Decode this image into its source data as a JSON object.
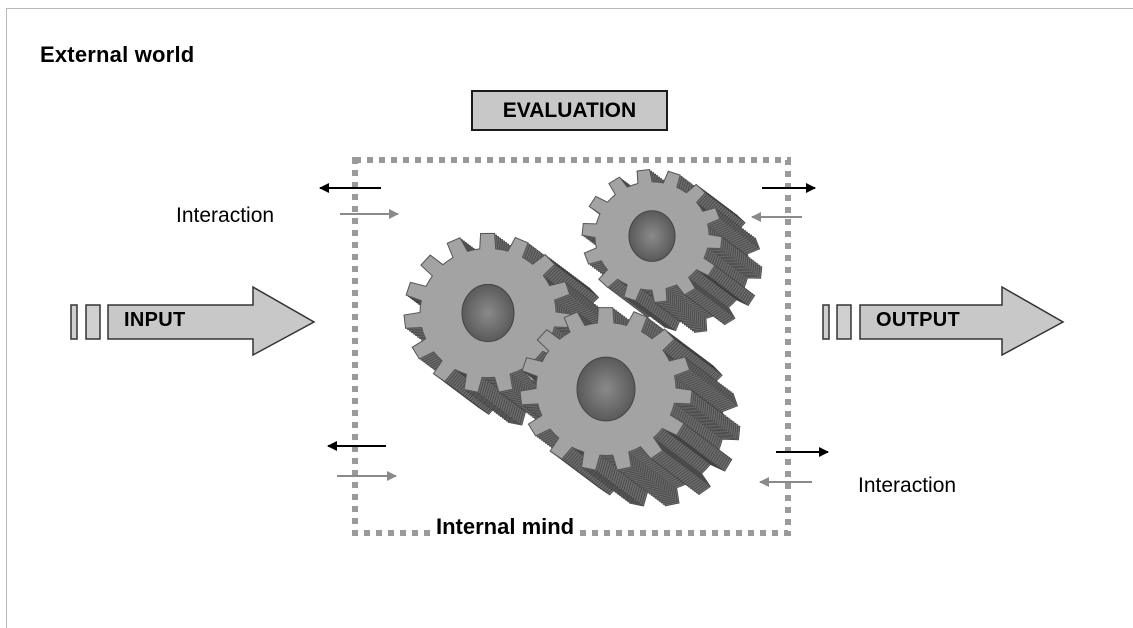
{
  "external_world_label": "External world",
  "evaluation_label": "EVALUATION",
  "input_label": "INPUT",
  "output_label": "OUTPUT",
  "interaction_label_left": "Interaction",
  "interaction_label_right": "Interaction",
  "internal_mind_label": "Internal mind",
  "colors": {
    "arrow_fill": "#c8c8c8",
    "gear_face": "#a3a3a3",
    "gear_side": "#6b6b6b",
    "dotted_border": "#9a9a9a"
  }
}
